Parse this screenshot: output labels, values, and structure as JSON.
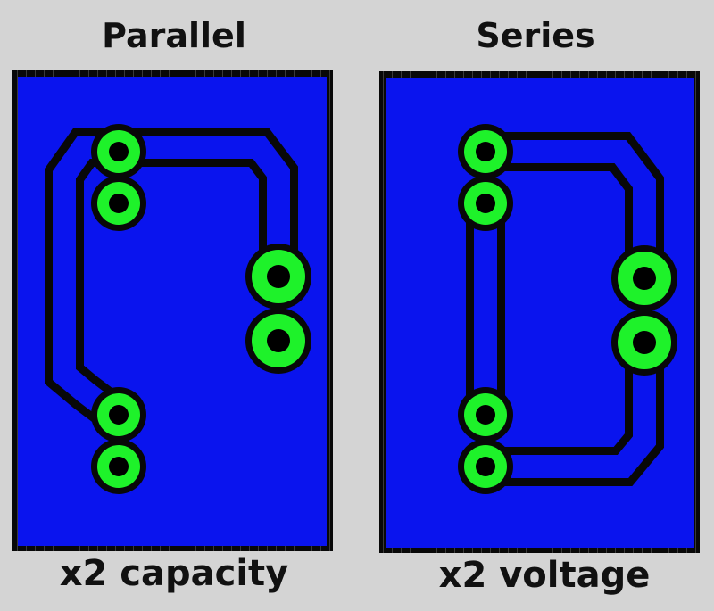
{
  "diagram": {
    "colors": {
      "background": "#d4d4d4",
      "board": "#0a14ee",
      "outline": "#080808",
      "pad": "#1ef22a",
      "hole": "#000000"
    },
    "panels": [
      {
        "id": "parallel",
        "title": "Parallel",
        "caption": "x2 capacity"
      },
      {
        "id": "series",
        "title": "Series",
        "caption": "x2 voltage"
      }
    ]
  }
}
